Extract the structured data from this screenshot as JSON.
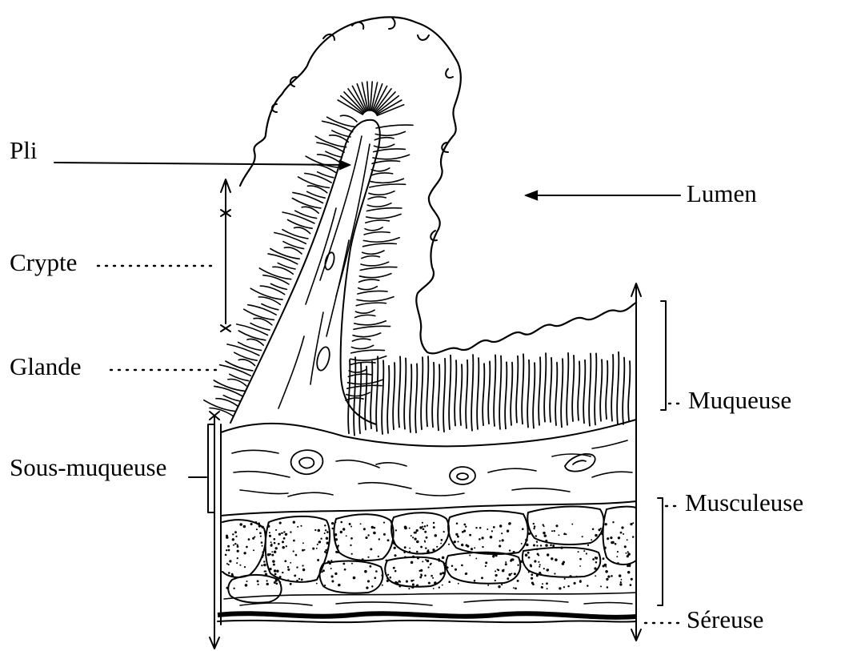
{
  "labels": {
    "pli": "Pli",
    "lumen": "Lumen",
    "crypte": "Crypte",
    "glande": "Glande",
    "sous_muqueuse": "Sous-muqueuse",
    "muqueuse": "Muqueuse",
    "musculeuse": "Musculeuse",
    "sereuse": "Séreuse"
  }
}
